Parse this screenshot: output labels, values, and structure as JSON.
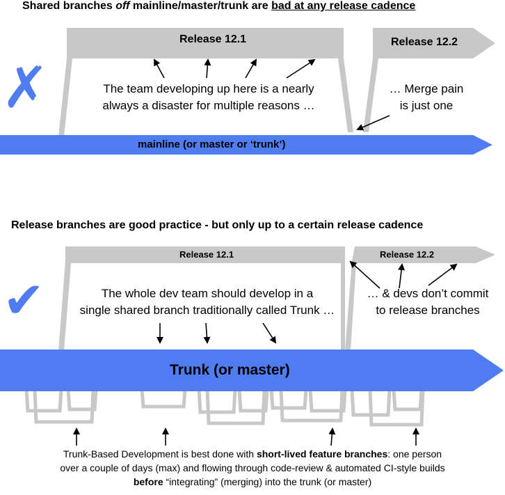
{
  "top": {
    "heading": {
      "pre": "Shared branches ",
      "em": "off",
      "mid": " mainline/master/trunk are ",
      "underline": "bad at any release cadence"
    },
    "release_a": "Release 12.1",
    "release_b": "Release 12.2",
    "callout_left": [
      "The team developing up here is a nearly",
      "always a disaster for multiple reasons …"
    ],
    "callout_right": [
      "… Merge pain",
      "is just one"
    ],
    "mainline_label": "mainline (or master or ‘trunk’)",
    "mark": "✗"
  },
  "bottom": {
    "heading": "Release branches are good practice - but only up to a certain release cadence",
    "release_a": "Release 12.1",
    "release_b": "Release 12.2",
    "callout_left": [
      "The whole dev team should develop in a",
      "single shared branch traditionally called Trunk …"
    ],
    "callout_right": [
      "… & devs don’t commit",
      "to release branches"
    ],
    "trunk_label": "Trunk (or master)",
    "mark": "✔"
  },
  "footer": {
    "line1_pre": "Trunk-Based Development is best done with ",
    "line1_bold": "short-lived feature branches",
    "line1_post": ": one person",
    "line2": "over a couple of days (max) and flowing through code-review & automated CI-style builds",
    "line3_bold": "before",
    "line3_post": " “integrating” (merging) into the trunk (or master)"
  },
  "colors": {
    "accent_blue": "#4f7cf0",
    "branch_gray": "#c8c8c8"
  }
}
